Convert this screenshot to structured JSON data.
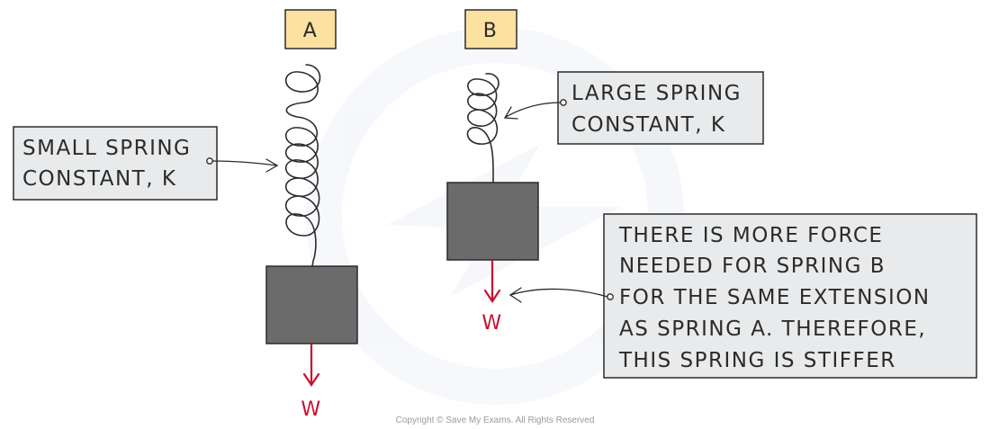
{
  "diagram": {
    "spring_a": {
      "tag": "A",
      "callout": [
        "SMALL SPRING",
        "CONSTANT, K"
      ],
      "weight_label": "W"
    },
    "spring_b": {
      "tag": "B",
      "callout": [
        "LARGE SPRING",
        "CONSTANT, K"
      ],
      "weight_label": "W"
    },
    "explanation": [
      "THERE IS MORE FORCE",
      "NEEDED FOR SPRING B",
      "FOR THE SAME EXTENSION",
      "AS SPRING A. THEREFORE,",
      "THIS SPRING IS STIFFER"
    ],
    "copyright": "Copyright © Save My Exams. All Rights Reserved"
  },
  "colors": {
    "tag_fill": "#fde1a1",
    "callout_fill": "#e9eaeb",
    "mass_fill": "#6b6b6b",
    "arrow_red": "#c8102e",
    "ink": "#2b2b2b"
  }
}
